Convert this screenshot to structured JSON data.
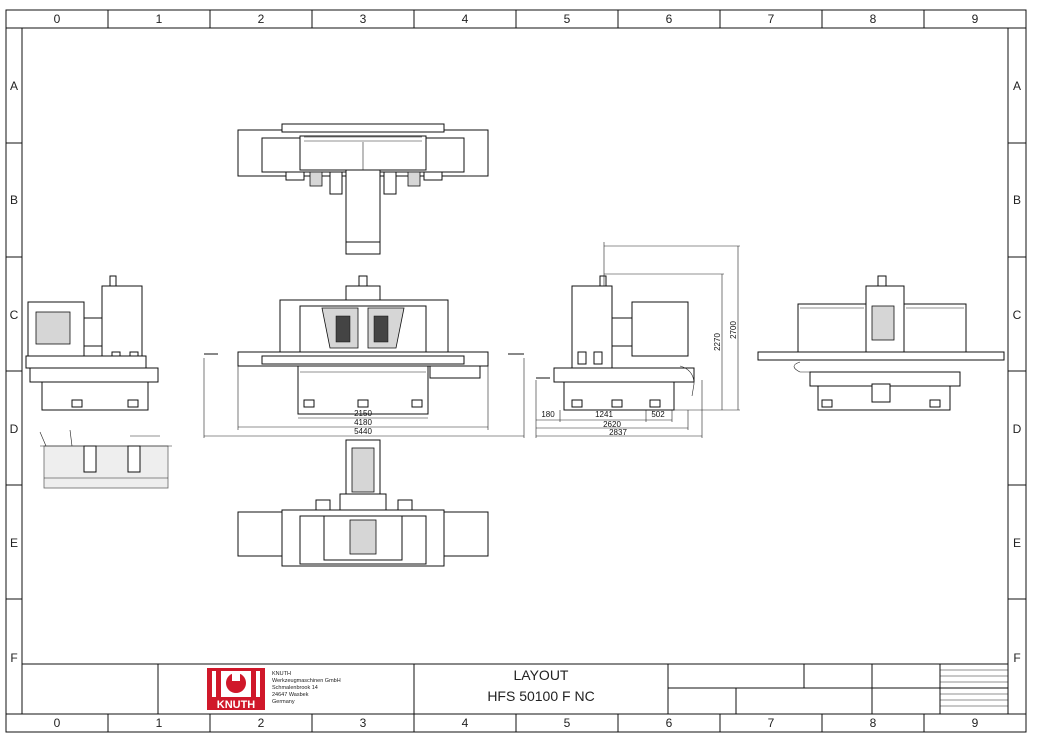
{
  "frame": {
    "columns": [
      "0",
      "1",
      "2",
      "3",
      "4",
      "5",
      "6",
      "7",
      "8",
      "9"
    ],
    "rows": [
      "A",
      "B",
      "C",
      "D",
      "E",
      "F"
    ]
  },
  "title_block": {
    "company_name": "KNUTH",
    "company_line2": "Werkzeugmaschinen GmbH",
    "street": "Schmalenbrook 14",
    "city": "24647 Wasbek",
    "country": "Germany",
    "logo_text": "KNUTH",
    "title": "LAYOUT",
    "model": "HFS 50100 F NC",
    "brand_color": "#d0182a"
  },
  "dimensions": {
    "front_inner": "2150",
    "front_mid": "4180",
    "front_outer": "5440",
    "side_a": "180",
    "side_b": "1241",
    "side_c": "502",
    "side_total1": "2620",
    "side_total2": "2837",
    "height_1": "2270",
    "height_2": "2700"
  }
}
